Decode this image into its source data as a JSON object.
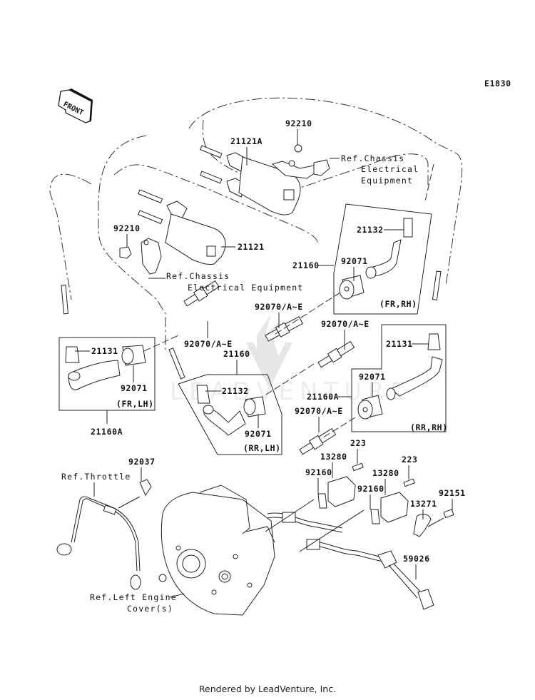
{
  "diagram": {
    "code": "E1830",
    "front_label": "FRONT",
    "watermark": "LEADVENTURE",
    "labels": {
      "p92210_top": "92210",
      "p21121A": "21121A",
      "ref_chassis_top_1": "Ref.Chassis",
      "ref_chassis_top_2": "Electrical",
      "ref_chassis_top_3": "Equipment",
      "p92210_left": "92210",
      "p21121": "21121",
      "ref_chassis_left_1": "Ref.Chassis",
      "ref_chassis_left_2": "Electrical Equipment",
      "p21132_fr_rh": "21132",
      "p21160_fr_rh": "21160",
      "p92071_fr_rh": "92071",
      "tag_fr_rh": "(FR,RH)",
      "p92070_a": "92070/A~E",
      "p92070_b": "92070/A~E",
      "p92070_c": "92070/A~E",
      "p92070_d": "92070/A~E",
      "p21131_fr_lh": "21131",
      "p92071_fr_lh": "92071",
      "tag_fr_lh": "(FR,LH)",
      "p21160A_fr_lh": "21160A",
      "p21160_rr_lh": "21160",
      "p21132_rr_lh": "21132",
      "p92071_rr_lh": "92071",
      "tag_rr_lh": "(RR,LH)",
      "p21131_rr_rh": "21131",
      "p92071_rr_rh": "92071",
      "p21160A_rr_rh": "21160A",
      "tag_rr_rh": "(RR,RH)",
      "p92037": "92037",
      "ref_throttle": "Ref.Throttle",
      "p223_a": "223",
      "p13280_a": "13280",
      "p92160_a": "92160",
      "p223_b": "223",
      "p13280_b": "13280",
      "p92160_b": "92160",
      "p92151": "92151",
      "p13271": "13271",
      "p59026": "59026",
      "ref_left_engine_1": "Ref.Left Engine",
      "ref_left_engine_2": "Cover(s)"
    }
  },
  "footer": {
    "credit": "Rendered by LeadVenture, Inc."
  }
}
